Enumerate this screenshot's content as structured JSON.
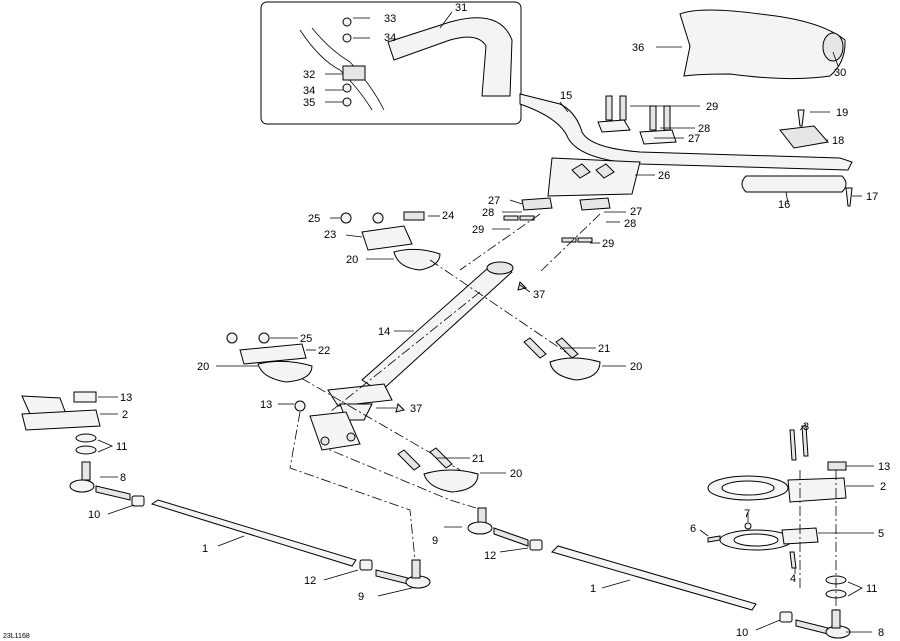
{
  "diagram": {
    "drawing_code": "23L1168",
    "callouts": [
      "1",
      "2",
      "3",
      "4",
      "5",
      "6",
      "7",
      "8",
      "9",
      "10",
      "11",
      "12",
      "13",
      "14",
      "15",
      "16",
      "17",
      "18",
      "19",
      "20",
      "21",
      "22",
      "23",
      "24",
      "25",
      "26",
      "27",
      "28",
      "29",
      "30",
      "31",
      "32",
      "33",
      "34",
      "35",
      "36",
      "37"
    ]
  },
  "colors": {
    "ink": "#000000",
    "paper": "#ffffff",
    "part_fill": "#f4f4f4"
  }
}
